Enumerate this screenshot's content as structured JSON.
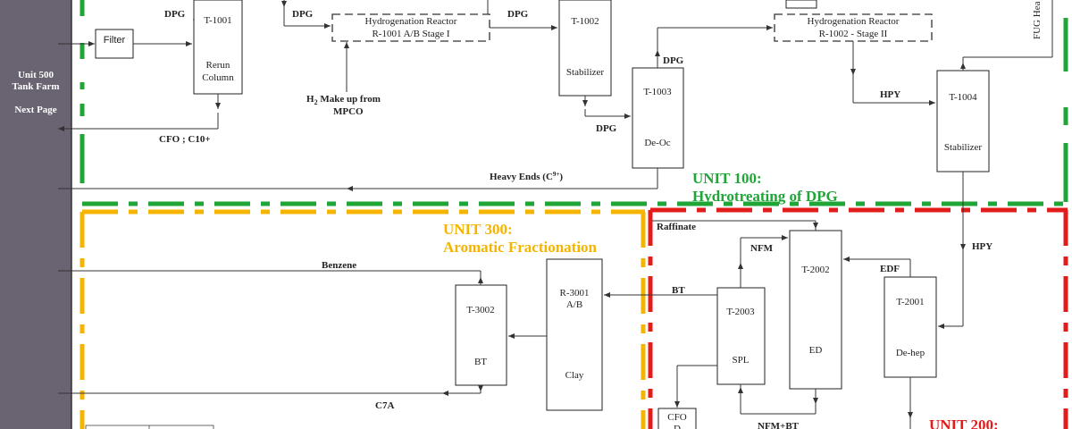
{
  "side_panel": {
    "unit": "Unit 500",
    "tank_farm": "Tank Farm",
    "next_page": "Next Page",
    "color": "#6a6472"
  },
  "units": {
    "unit100_line1": "UNIT 100:",
    "unit100_line2": "Hydrotreating of DPG",
    "unit300_line1": "UNIT 300:",
    "unit300_line2": "Aromatic Fractionation",
    "unit200_line1": "UNIT 200:",
    "colors": {
      "unit100": "#1fa637",
      "unit300": "#f4b400",
      "unit200": "#e21b1b"
    }
  },
  "equipment": {
    "filter": "Filter",
    "t1001_tag": "T-1001",
    "t1001_name1": "Rerun",
    "t1001_name2": "Column",
    "r1001_title": "Hydrogenation Reactor",
    "r1001_sub": "R-1001 A/B Stage I",
    "t1002_tag": "T-1002",
    "t1002_name": "Stabilizer",
    "t1003_tag": "T-1003",
    "t1003_name": "De-Oc",
    "r1002_title": "Hydrogenation Reactor",
    "r1002_sub": "R-1002 - Stage II",
    "t1004_tag": "T-1004",
    "t1004_name": "Stabilizer",
    "t3002_tag": "T-3002",
    "t3002_name": "BT",
    "r3001_tag1": "R-3001",
    "r3001_tag2": "A/B",
    "r3001_name": "Clay",
    "t2003_tag": "T-2003",
    "t2003_name": "SPL",
    "t2002_tag": "T-2002",
    "t2002_name": "ED",
    "t2001_tag": "T-2001",
    "t2001_name": "De-hep",
    "cfo_box": "CFO",
    "cfo_box2": "D"
  },
  "streams": {
    "dpg1": "DPG",
    "dpg2": "DPG",
    "dpg3": "DPG",
    "dpg4": "DPG",
    "dpg5": "DPG",
    "h2_line1": "H",
    "h2_sub": "2",
    "h2_rest": " Make up from",
    "h2_line2": "MPCO",
    "cfo_c10": "CFO ; C10+",
    "heavy_ends": "Heavy Ends (C",
    "heavy_sup": "9+",
    "heavy_close": ")",
    "hpy1": "HPY",
    "hpy2": "HPY",
    "fug": "FUG Hea",
    "raffinate": "Raffinate",
    "nfm": "NFM",
    "edf": "EDF",
    "bt": "BT",
    "benzene": "Benzene",
    "c7a": "C7A",
    "nfm_bt": "NFM+BT"
  }
}
